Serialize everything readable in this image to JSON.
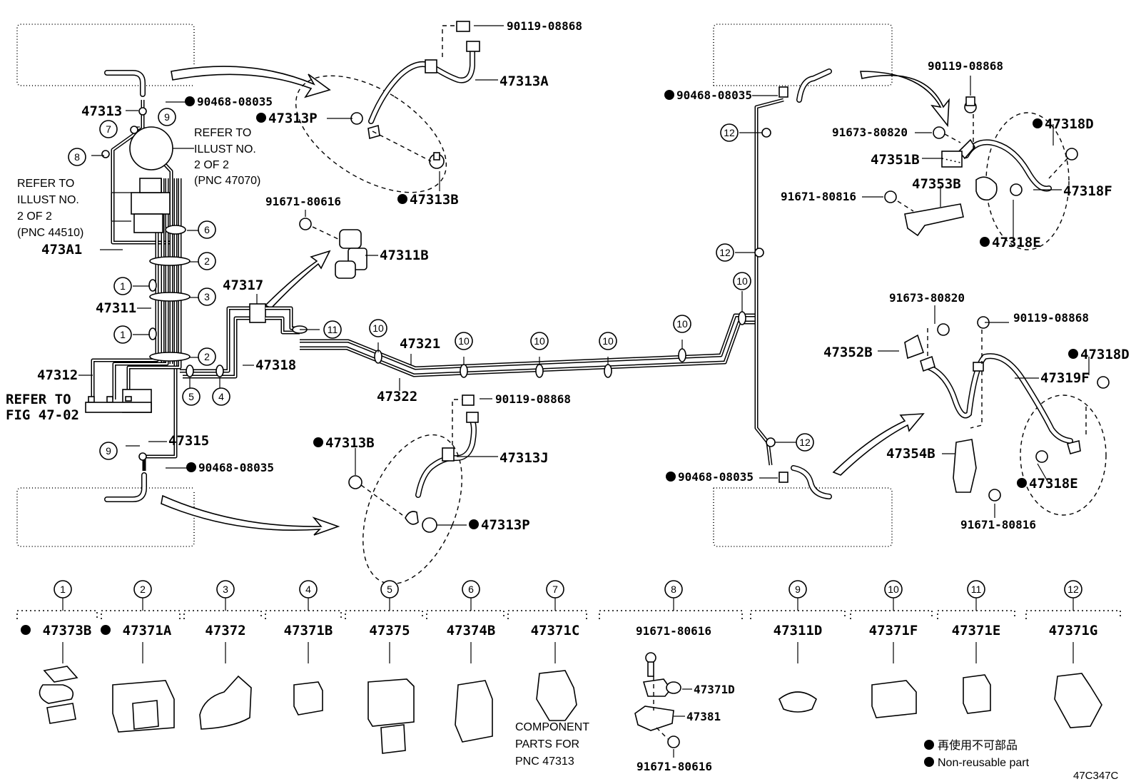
{
  "diagram_id": "47C347C",
  "labels": {
    "p90119_08868_a": "90119-08868",
    "p47313A": "47313A",
    "p47313P_a": "47313P",
    "p47313B_a": "47313B",
    "p90468_08035_a": "90468-08035",
    "p47313": "47313",
    "refer_illust_pnc47070": [
      "REFER TO",
      "ILLUST NO.",
      "2 OF 2",
      "(PNC 47070)"
    ],
    "refer_illust_pnc44510": [
      "REFER TO",
      "ILLUST NO.",
      "2 OF 2",
      "(PNC 44510)"
    ],
    "p473A1": "473A1",
    "p47311": "47311",
    "p91671_80616_a": "91671-80616",
    "p47311B": "47311B",
    "p47317": "47317",
    "p47312": "47312",
    "refer_fig": [
      "REFER TO",
      "FIG 47-02"
    ],
    "p47318": "47318",
    "p47321": "47321",
    "p47322": "47322",
    "p47315": "47315",
    "p90468_08035_b": "90468-08035",
    "p90119_08868_b": "90119-08868",
    "p47313B_b": "47313B",
    "p47313J": "47313J",
    "p47313P_b": "47313P",
    "p90468_08035_c": "90468-08035",
    "p90119_08868_c": "90119-08868",
    "p91673_80820_a": "91673-80820",
    "p47318D_a": "47318D",
    "p47351B": "47351B",
    "p47353B": "47353B",
    "p91671_80816_a": "91671-80816",
    "p47318F": "47318F",
    "p47318E_a": "47318E",
    "p91673_80820_b": "91673-80820",
    "p90119_08868_d": "90119-08868",
    "p47352B": "47352B",
    "p47318D_b": "47318D",
    "p47319F": "47319F",
    "p47354B": "47354B",
    "p47318E_b": "47318E",
    "p91671_80816_b": "91671-80816",
    "p90468_08035_d": "90468-08035"
  },
  "callouts": {
    "c1": "1",
    "c2": "2",
    "c3": "3",
    "c4": "4",
    "c5": "5",
    "c6": "6",
    "c7": "7",
    "c8": "8",
    "c9": "9",
    "c10": "10",
    "c11": "11",
    "c12": "12"
  },
  "legend_parts": [
    {
      "num": "1",
      "part": "47373B",
      "nonreusable": true
    },
    {
      "num": "2",
      "part": "47371A",
      "nonreusable": true
    },
    {
      "num": "3",
      "part": "47372",
      "nonreusable": false
    },
    {
      "num": "4",
      "part": "47371B",
      "nonreusable": false
    },
    {
      "num": "5",
      "part": "47375",
      "nonreusable": false
    },
    {
      "num": "6",
      "part": "47374B",
      "nonreusable": false
    },
    {
      "num": "7",
      "part": "47371C",
      "nonreusable": false
    },
    {
      "num": "8",
      "part": "91671-80616",
      "nonreusable": false
    },
    {
      "num": "9",
      "part": "47311D",
      "nonreusable": false
    },
    {
      "num": "10",
      "part": "47371F",
      "nonreusable": false
    },
    {
      "num": "11",
      "part": "47371E",
      "nonreusable": false
    },
    {
      "num": "12",
      "part": "47371G",
      "nonreusable": false
    }
  ],
  "legend_extra": {
    "p47371D": "47371D",
    "p47381": "47381",
    "p91671_80616_bottom": "91671-80616",
    "component_note": [
      "COMPONENT",
      "PARTS FOR",
      "PNC 47313"
    ]
  },
  "key": {
    "jp": "再使用不可部品",
    "en": "Non-reusable part"
  }
}
